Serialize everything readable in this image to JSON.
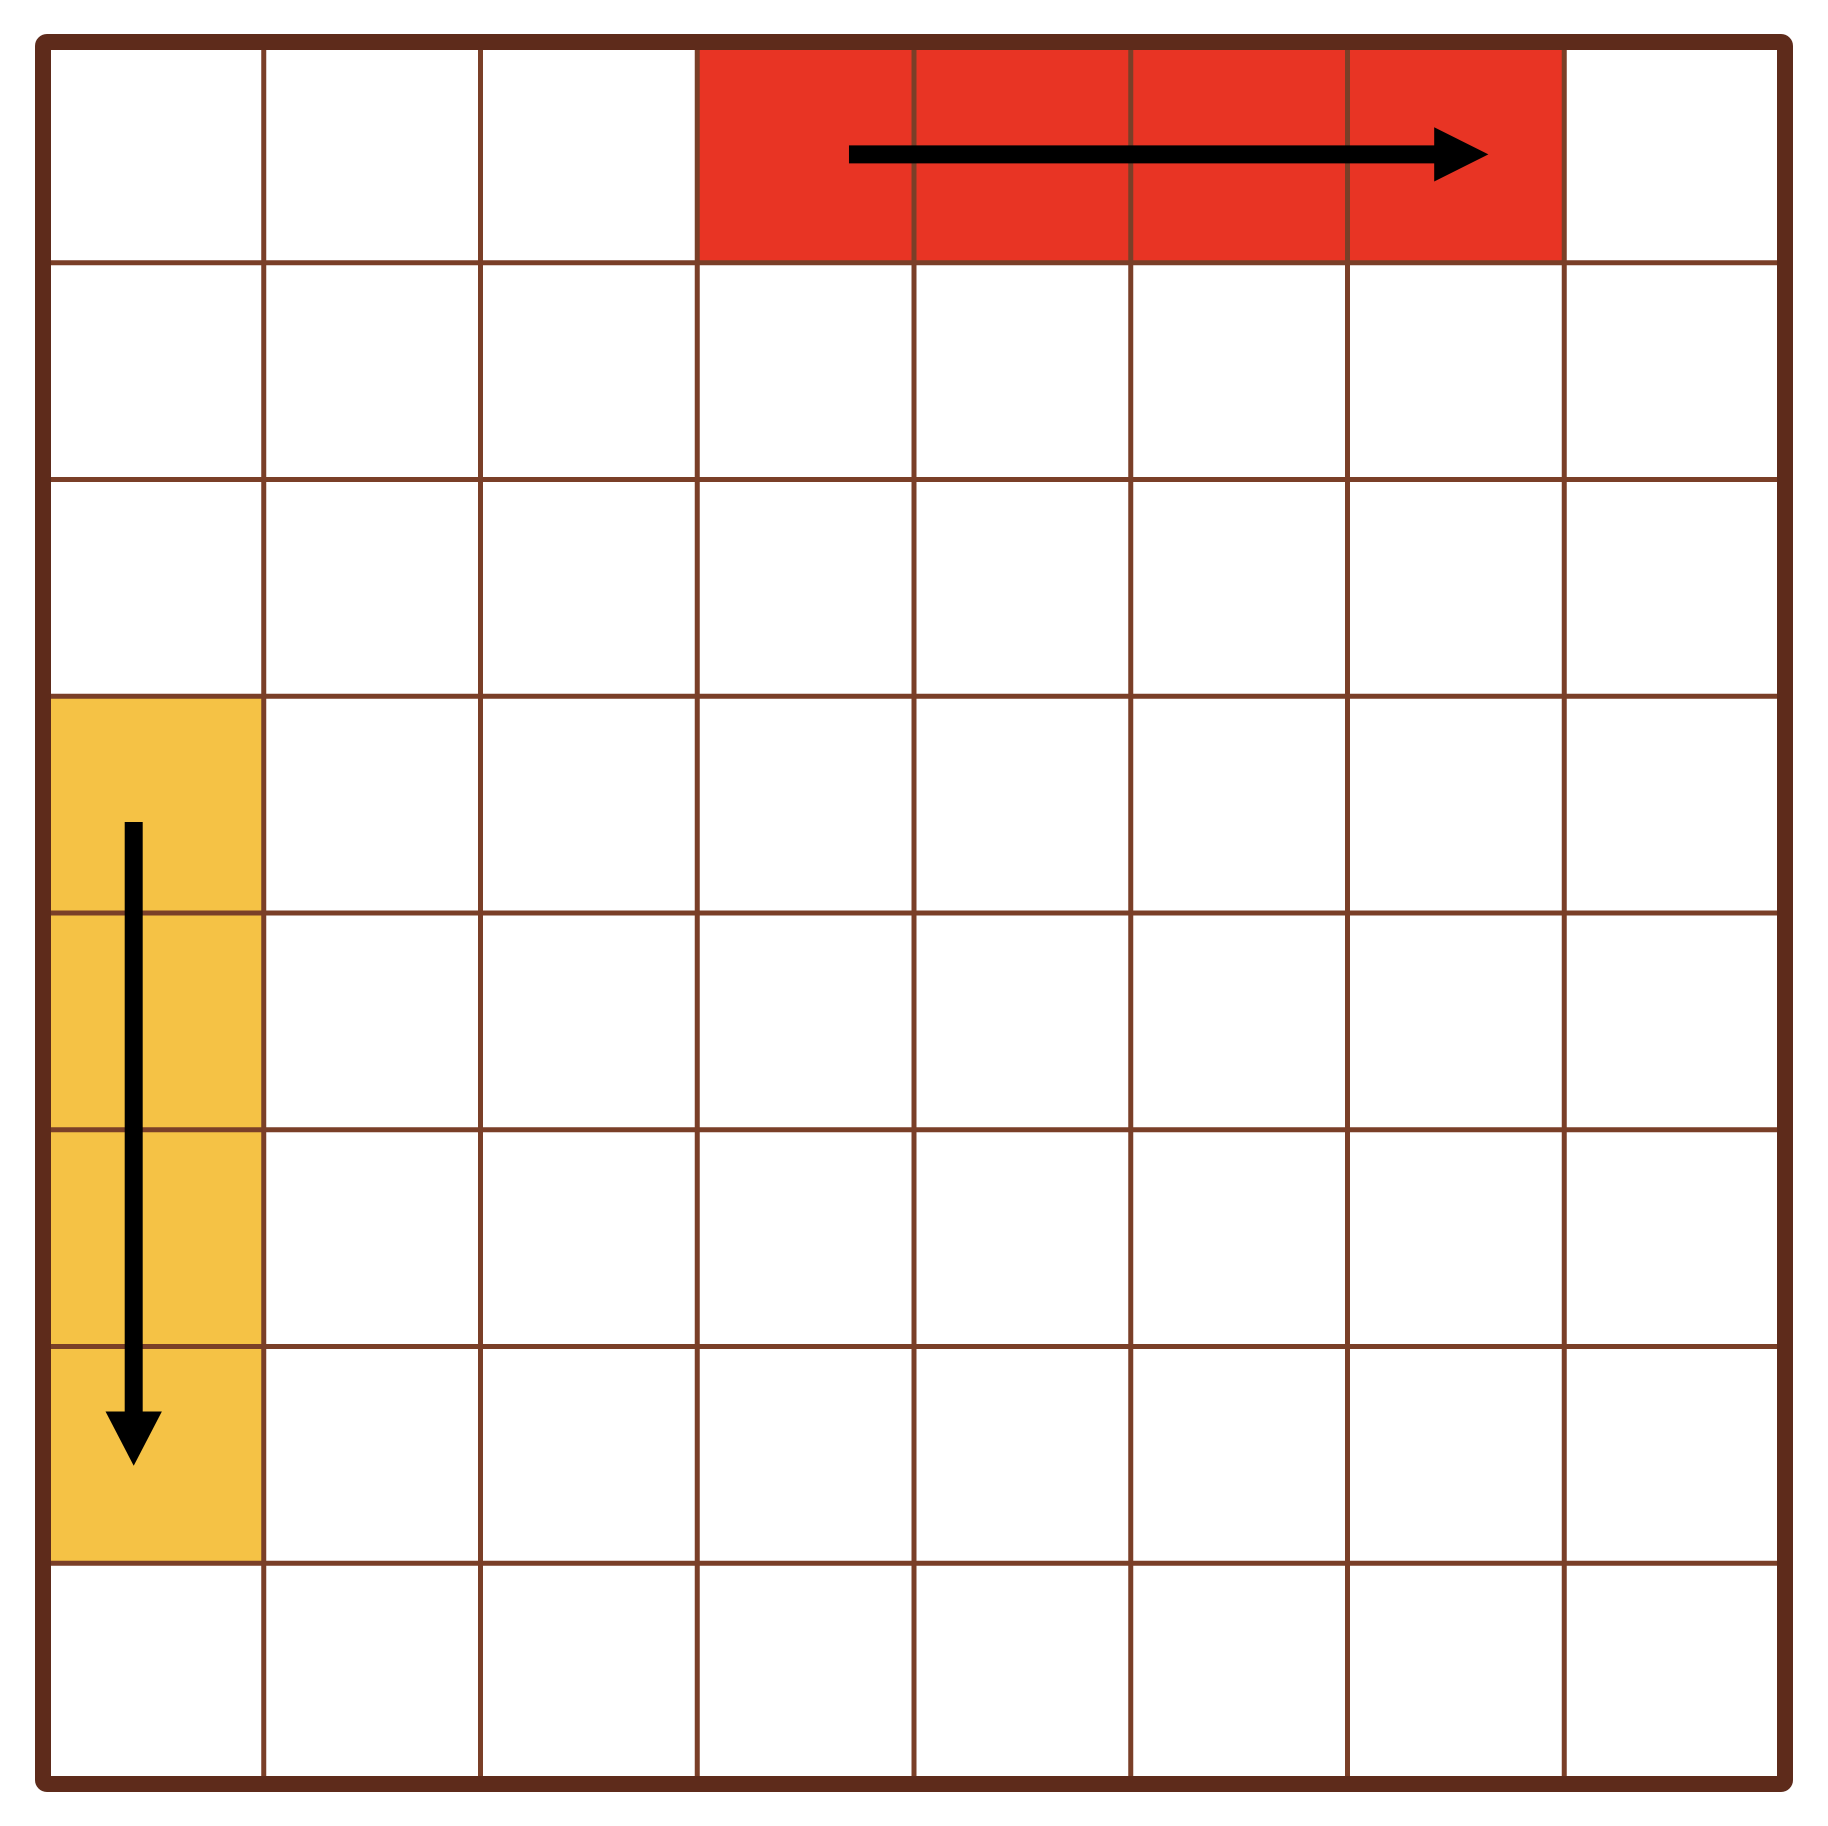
{
  "puzzle": {
    "grid": {
      "rows": 8,
      "cols": 8,
      "line_color": "#7a3f28",
      "frame_color": "#5e2b1b",
      "cell_color": "#ffffff"
    },
    "pieces": [
      {
        "id": "red",
        "color": "#e83424",
        "row": 0,
        "col": 3,
        "length": 4,
        "orientation": "horizontal",
        "direction": "right"
      },
      {
        "id": "yellow",
        "color": "#f5c245",
        "row": 3,
        "col": 0,
        "length": 4,
        "orientation": "vertical",
        "direction": "down"
      }
    ],
    "arrow_color": "#000000"
  }
}
